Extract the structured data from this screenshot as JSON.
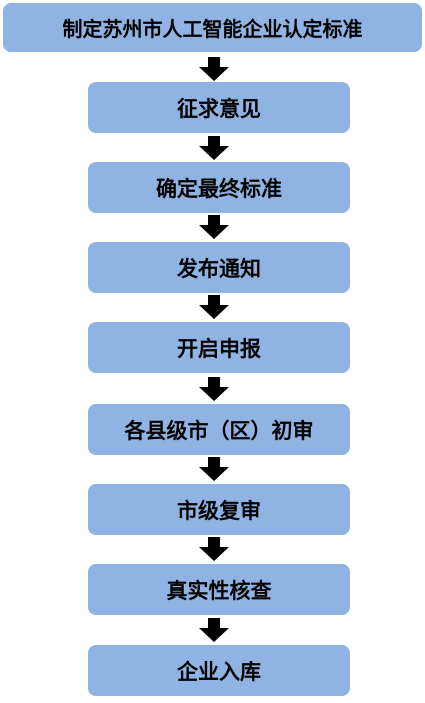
{
  "flow": {
    "steps": [
      {
        "label": "制定苏州市人工智能企业认定标准"
      },
      {
        "label": "征求意见"
      },
      {
        "label": "确定最终标准"
      },
      {
        "label": "发布通知"
      },
      {
        "label": "开启申报"
      },
      {
        "label": "各县级市（区）初审"
      },
      {
        "label": "市级复审"
      },
      {
        "label": "真实性核查"
      },
      {
        "label": "企业入库"
      }
    ]
  },
  "colors": {
    "box_fill": "#8fb4e3",
    "arrow_fill": "#000000",
    "text": "#000000"
  }
}
